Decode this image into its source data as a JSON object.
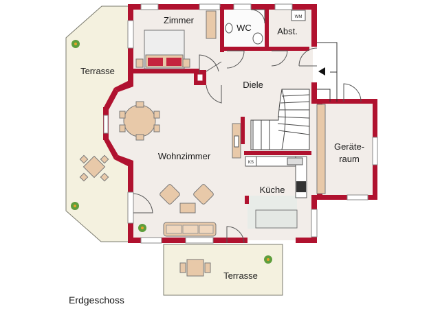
{
  "plan": {
    "caption": "Erdgeschoss",
    "rooms": {
      "terrace_west": "Terrasse",
      "bedroom": "Zimmer",
      "wc": "WC",
      "storage": "Abst.",
      "hall": "Diele",
      "living": "Wohnzimmer",
      "kitchen": "Küche",
      "shed_line1": "Geräte-",
      "shed_line2": "raum",
      "terrace_south": "Terrasse"
    },
    "appliances": {
      "washer": "WM",
      "fridge": "KS"
    },
    "colors": {
      "wall": "#b0122f",
      "terrace": "#f4f1df",
      "floor": "#f2ede9",
      "furniture": "#e8c9a9",
      "kitchen_floor": "#e8ece8"
    }
  }
}
